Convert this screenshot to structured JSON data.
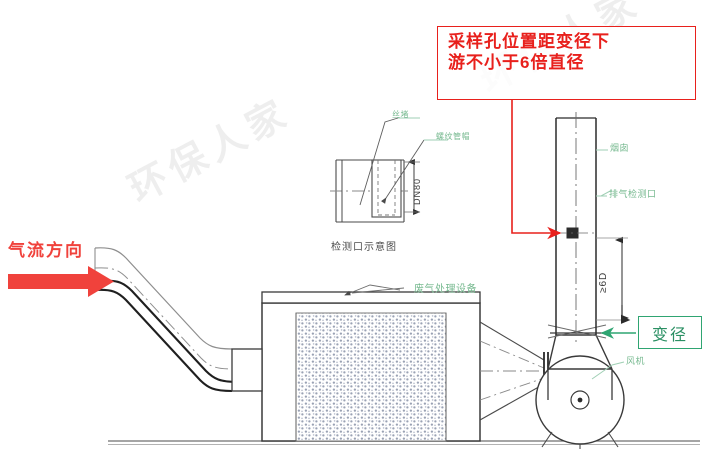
{
  "diagram": {
    "title_caption": "检测口示意图",
    "watermark": "环保人家"
  },
  "annotations": {
    "red_note": {
      "line1": "采样孔位置距变径下",
      "line2": "游不小于6倍直径"
    },
    "green_note": {
      "label": "变径"
    },
    "flow": {
      "label": "气流方向"
    }
  },
  "labels": {
    "stack": "烟囱",
    "sampling_port": "排气检测口",
    "treatment_equipment": "废气处理设备",
    "fan": "风机",
    "valve_cap": "丝堵",
    "threaded_cap": "螺纹管帽",
    "dimension_dn": "DN80",
    "dimension_6d": "≥6D"
  },
  "colors": {
    "red": "#e8201c",
    "red_arrow": "#f0423c",
    "green": "#2fa572",
    "green_label": "#76b98f",
    "line": "#2b2b2b",
    "thin": "#8a8a8a"
  }
}
